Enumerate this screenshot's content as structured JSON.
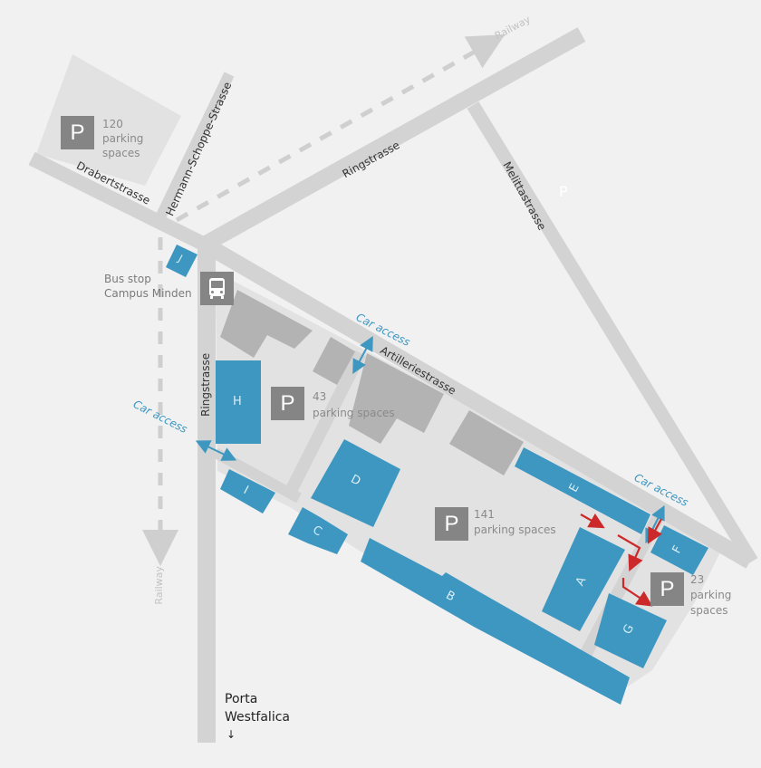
{
  "map": {
    "colors": {
      "background": "#f1f1f1",
      "road": "#d3d3d3",
      "campus_area": "#e2e2e2",
      "other_building": "#b3b3b3",
      "campus_building": "#3d97c0",
      "parking_icon": "#858585",
      "car_access": "#3d97c0",
      "route_arrows": "#cc2a2a",
      "railway": "#cfcfcf"
    },
    "streets": {
      "drabertstrasse": "Drabertstrasse",
      "hermann_schoppe": "Hermann-Schoppe-Strasse",
      "ringstrasse_north": "Ringstrasse",
      "melittastrasse": "Melittastrasse",
      "artilleriestrasse": "Artilleriestrasse",
      "ringstrasse_west": "Ringstrasse"
    },
    "railway": {
      "north_label": "Railway",
      "south_label": "Railway"
    },
    "car_access": {
      "north": "Car access",
      "west": "Car access",
      "east": "Car access"
    },
    "parking": [
      {
        "icon": "P",
        "count": "120",
        "label": "parking",
        "label2": "spaces"
      },
      {
        "icon": "P",
        "count": "43",
        "label": "parking spaces"
      },
      {
        "icon": "P",
        "count": "141",
        "label": "parking spaces"
      },
      {
        "icon": "P",
        "count": "23",
        "label": "parking",
        "label2": "spaces"
      }
    ],
    "faint_parking_marker": "P",
    "bus_stop": {
      "line1": "Bus stop",
      "line2": "Campus Minden",
      "icon": "bus-icon"
    },
    "buildings": [
      "A",
      "B",
      "C",
      "D",
      "E",
      "F",
      "G",
      "H",
      "I",
      "J"
    ],
    "destination": {
      "line1": "Porta",
      "line2": "Westfalica",
      "arrow": "↓"
    }
  }
}
